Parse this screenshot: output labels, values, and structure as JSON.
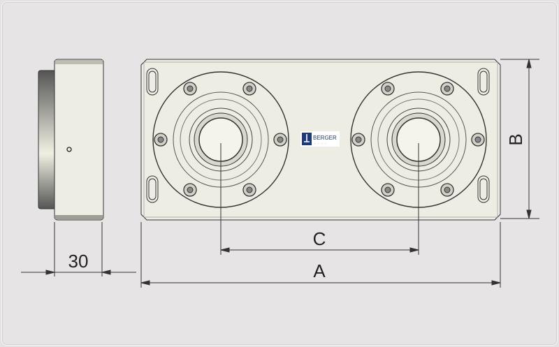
{
  "drawing": {
    "dimensions": {
      "thickness": "30",
      "length": "A",
      "width": "B",
      "center_distance": "C"
    },
    "logo": {
      "brand": "BERGER",
      "color": "#1f3a78"
    },
    "colors": {
      "part": "#eeede4",
      "background": "#e6e4e4",
      "line": "#333333"
    }
  }
}
